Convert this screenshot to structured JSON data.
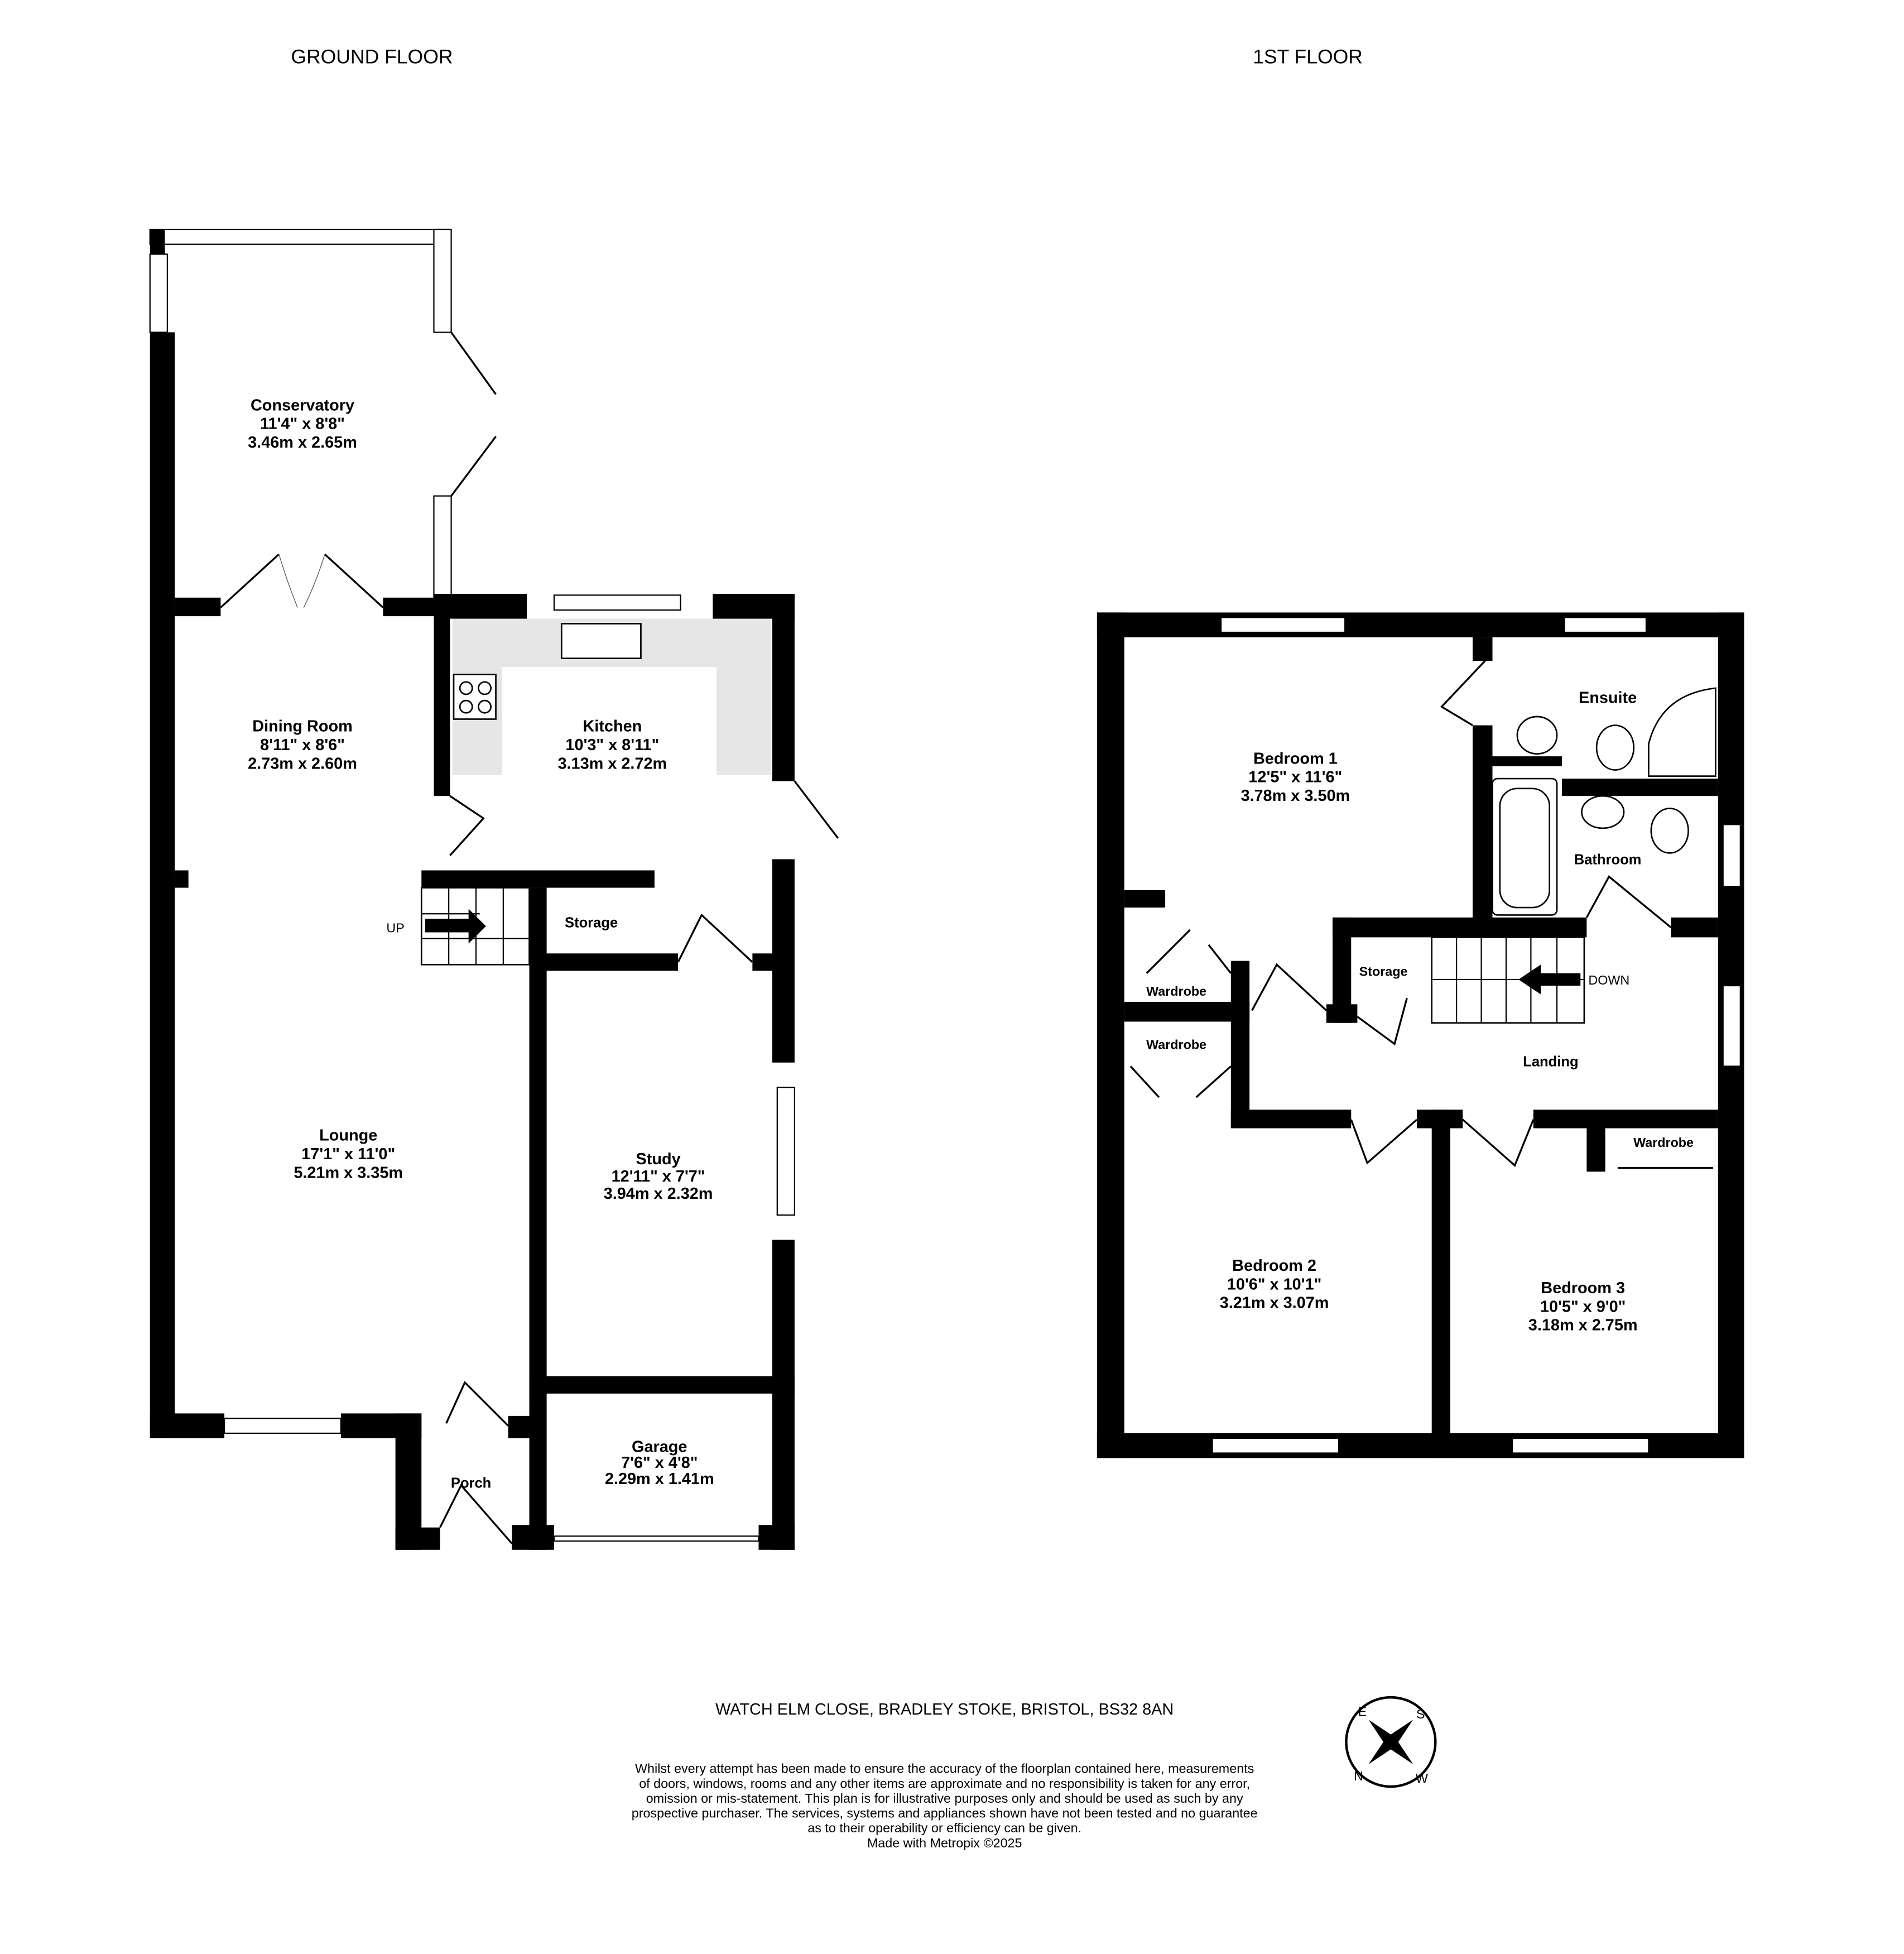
{
  "ground_floor": {
    "title": "GROUND FLOOR",
    "stairs_label": "UP",
    "rooms": [
      {
        "name": "Conservatory",
        "imperial": "11'4\"  x 8'8\"",
        "metric": "3.46m  x 2.65m"
      },
      {
        "name": "Dining Room",
        "imperial": "8'11\"  x 8'6\"",
        "metric": "2.73m  x 2.60m"
      },
      {
        "name": "Kitchen",
        "imperial": "10'3\"  x 8'11\"",
        "metric": "3.13m  x 2.72m"
      },
      {
        "name": "Lounge",
        "imperial": "17'1\"  x 11'0\"",
        "metric": "5.21m  x 3.35m"
      },
      {
        "name": "Study",
        "imperial": "12'11\"  x 7'7\"",
        "metric": "3.94m  x 2.32m"
      },
      {
        "name": "Garage",
        "imperial": "7'6\"  x 4'8\"",
        "metric": "2.29m  x 1.41m"
      }
    ],
    "minor": {
      "storage": "Storage",
      "porch": "Porch"
    }
  },
  "first_floor": {
    "title": "1ST FLOOR",
    "stairs_label": "DOWN",
    "rooms": [
      {
        "name": "Bedroom 1",
        "imperial": "12'5\"  x 11'6\"",
        "metric": "3.78m  x 3.50m"
      },
      {
        "name": "Bedroom 2",
        "imperial": "10'6\"  x 10'1\"",
        "metric": "3.21m  x 3.07m"
      },
      {
        "name": "Bedroom 3",
        "imperial": "10'5\"  x 9'0\"",
        "metric": "3.18m  x 2.75m"
      }
    ],
    "minor": {
      "ensuite": "Ensuite",
      "bathroom": "Bathroom",
      "landing": "Landing",
      "storage": "Storage",
      "wardrobe1": "Wardrobe",
      "wardrobe2": "Wardrobe",
      "wardrobe3": "Wardrobe"
    }
  },
  "address": "WATCH ELM CLOSE, BRADLEY STOKE, BRISTOL, BS32 8AN",
  "compass": {
    "n": "N",
    "e": "E",
    "s": "S",
    "w": "W"
  },
  "disclaimer": [
    "Whilst every attempt has been made to ensure the accuracy of the floorplan contained here, measurements",
    "of doors, windows, rooms and any other items are approximate and no responsibility is taken for any error,",
    "omission or mis-statement. This plan is for illustrative purposes only and should be used as such by any",
    "prospective purchaser. The services, systems and appliances shown have not been tested and no guarantee",
    "as to their operability or efficiency can be given.",
    "Made with Metropix ©2025"
  ],
  "colors": {
    "wall": "#000000",
    "counter": "#e6e6e6"
  }
}
